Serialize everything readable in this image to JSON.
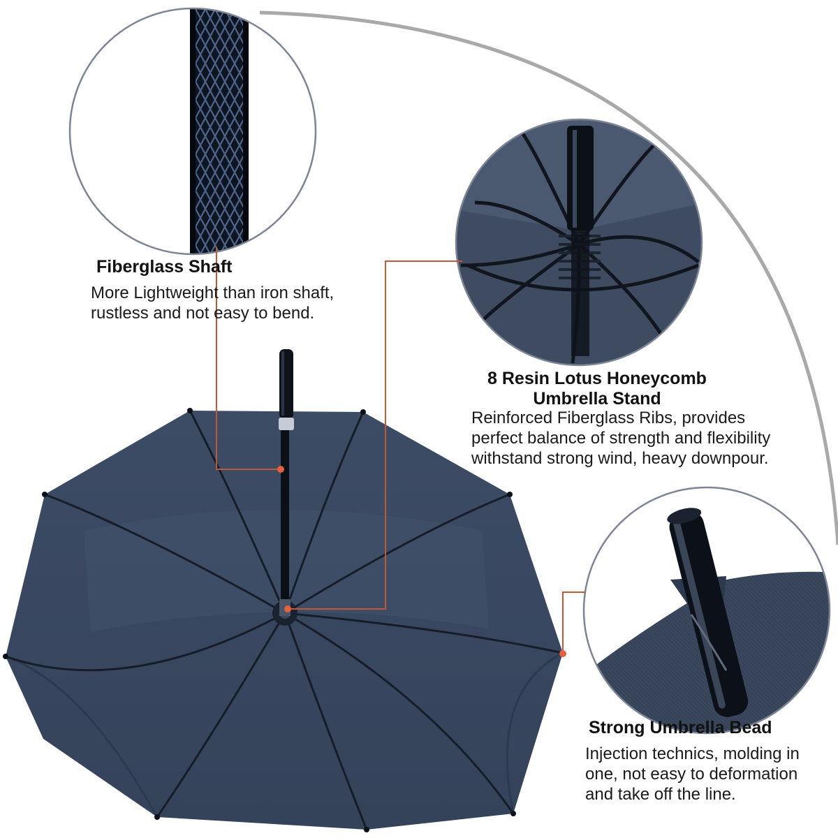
{
  "features": [
    {
      "title": "Fiberglass Shaft",
      "lines": [
        "More Lightweight than iron shaft,",
        "rustless and not easy to bend."
      ],
      "icon": "fiberglass-shaft-closeup"
    },
    {
      "title_lines": [
        "8 Resin Lotus Honeycomb",
        "Umbrella Stand"
      ],
      "lines": [
        "Reinforced Fiberglass Ribs, provides",
        "perfect balance of strength and flexibility",
        "withstand strong wind, heavy downpour."
      ],
      "icon": "rib-stand-closeup"
    },
    {
      "title": "Strong Umbrella Bead",
      "lines": [
        "Injection technics, molding in",
        "one, not easy to deformation",
        "and take off the line."
      ],
      "icon": "umbrella-bead-closeup"
    }
  ],
  "colors": {
    "canopy": "#3b4a63",
    "canopy_dark": "#2c3950",
    "leader_line": "#c0593a",
    "marker_dot": "#e2603e",
    "arc": "#a9a9a9",
    "circle_border": "#7d8595"
  }
}
